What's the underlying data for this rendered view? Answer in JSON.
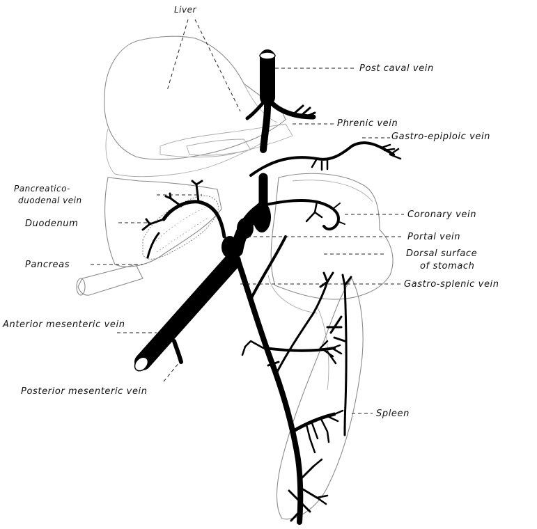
{
  "labels": {
    "liver": "Liver",
    "post_caval": "Post caval vein",
    "phrenic": "Phrenic vein",
    "gastro_epiploic": "Gastro-epiploic vein",
    "pancreatico_1": "Pancreatico-",
    "pancreatico_2": "duodenal vein",
    "duodenum": "Duodenum",
    "coronary": "Coronary vein",
    "portal": "Portal vein",
    "dorsal_1": "Dorsal surface",
    "dorsal_2": "of stomach",
    "pancreas": "Pancreas",
    "gastro_splenic": "Gastro-splenic vein",
    "anterior_mesenteric": "Anterior mesenteric vein",
    "posterior_mesenteric": "Posterior mesenteric vein",
    "spleen": "Spleen"
  },
  "colors": {
    "vein": "#000000",
    "organ_outline": "#8a8a8a",
    "background": "#ffffff"
  }
}
